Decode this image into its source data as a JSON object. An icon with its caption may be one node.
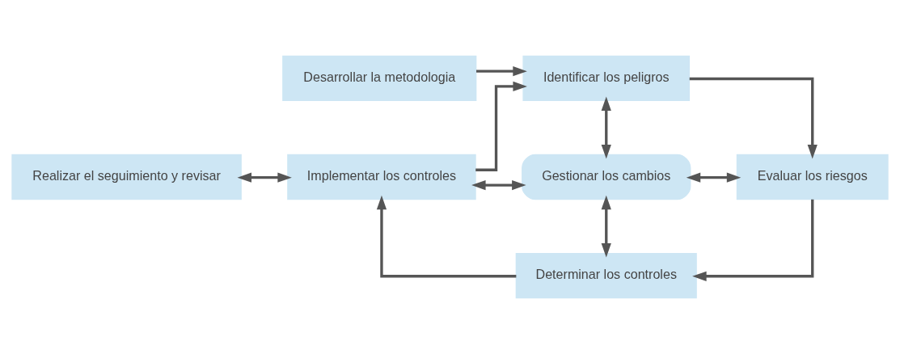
{
  "diagram": {
    "nodes": [
      {
        "text": [
          "Desarrollar la metodologia"
        ]
      },
      {
        "text": [
          "Identificar los peligros"
        ]
      },
      {
        "text": [
          "Realizar el seguimiento y revisar"
        ]
      },
      {
        "text": [
          "Implementar los controles"
        ]
      },
      {
        "text": [
          "Gestionar los cambios"
        ]
      },
      {
        "text": [
          "Evaluar los riesgos"
        ]
      },
      {
        "text": [
          "Determinar los controles"
        ]
      }
    ],
    "edges": [
      {
        "from": 0,
        "to": 1,
        "arrow": "to"
      },
      {
        "from": 3,
        "to": 1,
        "arrow": "to"
      },
      {
        "from": 1,
        "to": 5,
        "arrow": "to"
      },
      {
        "from": 1,
        "to": 4,
        "arrow": "both"
      },
      {
        "from": 2,
        "to": 3,
        "arrow": "both"
      },
      {
        "from": 3,
        "to": 4,
        "arrow": "both"
      },
      {
        "from": 4,
        "to": 5,
        "arrow": "both"
      },
      {
        "from": 4,
        "to": 6,
        "arrow": "both"
      },
      {
        "from": 5,
        "to": 6,
        "arrow": "to"
      },
      {
        "from": 6,
        "to": 3,
        "arrow": "to"
      }
    ]
  }
}
